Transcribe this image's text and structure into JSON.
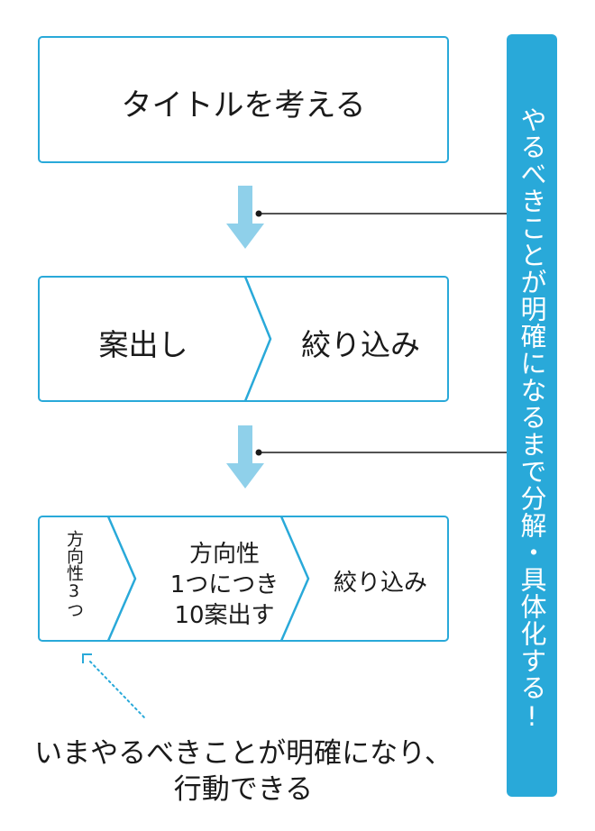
{
  "step1": {
    "title": "タイトルを考える"
  },
  "step2": {
    "left": "案出し",
    "right": "絞り込み"
  },
  "step3": {
    "col1": "方向性3つ",
    "col2_line1": "方向性",
    "col2_line2": "1つにつき",
    "col2_line3": "10案出す",
    "col3": "絞り込み"
  },
  "sidebar": {
    "text": "やるべきことが明確になるまで分解・具体化する!"
  },
  "caption": {
    "line1": "いまやるべきことが明確になり、",
    "line2": "行動できる"
  },
  "colors": {
    "accent": "#29a9d9",
    "arrow": "#8fd0ea",
    "text": "#1a1a1a"
  },
  "icons": [
    "down-arrow-icon",
    "down-arrow-icon",
    "corner-bracket-icon"
  ]
}
